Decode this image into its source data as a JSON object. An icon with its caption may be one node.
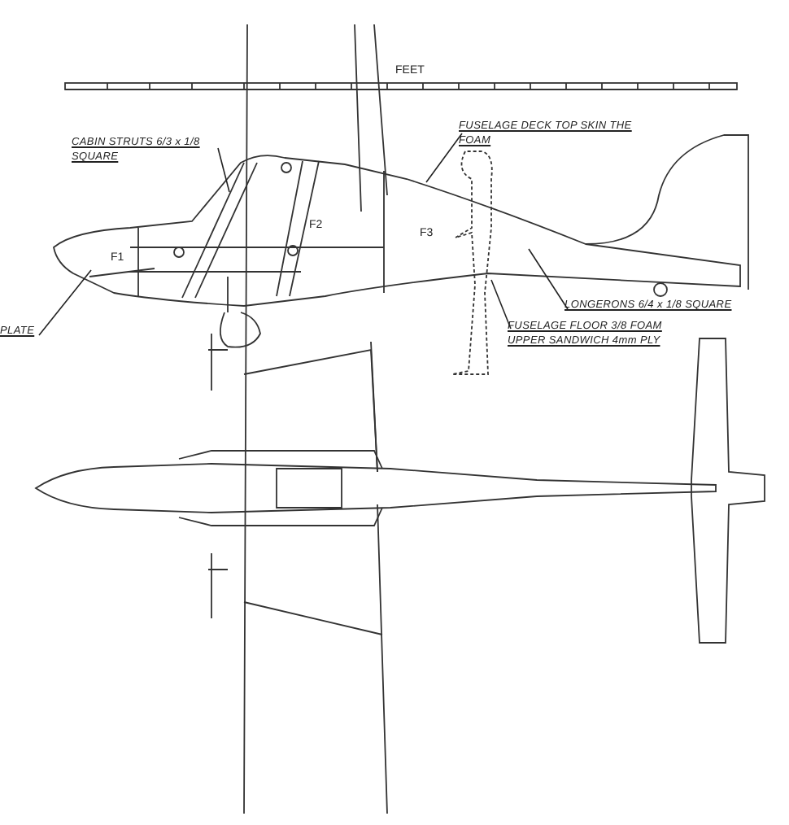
{
  "diagram": {
    "nodes": [
      {
        "text": [
          "CABIN STRUTS 6/3 x 1/8 SQUARE"
        ]
      },
      {
        "text": [
          "FUSELAGE DECK TOP SKIN THE FOAM"
        ]
      },
      {
        "text": [
          "LONGERONS 6/4 x 1/8 SQUARE"
        ]
      },
      {
        "text": [
          "FUSELAGE FLOOR 3/8 FOAM UPPER SANDWICH 4mm PLY"
        ]
      },
      {
        "text": [
          "PLATE"
        ]
      }
    ],
    "edges": [
      {
        "from": 0,
        "to": null,
        "arrow": "none"
      },
      {
        "from": 1,
        "to": null,
        "arrow": "none"
      },
      {
        "from": 2,
        "to": null,
        "arrow": "none"
      },
      {
        "from": 3,
        "to": null,
        "arrow": "none"
      },
      {
        "from": 4,
        "to": null,
        "arrow": "none"
      }
    ],
    "labels": [
      "FEET",
      "F1",
      "F2",
      "F3"
    ]
  }
}
